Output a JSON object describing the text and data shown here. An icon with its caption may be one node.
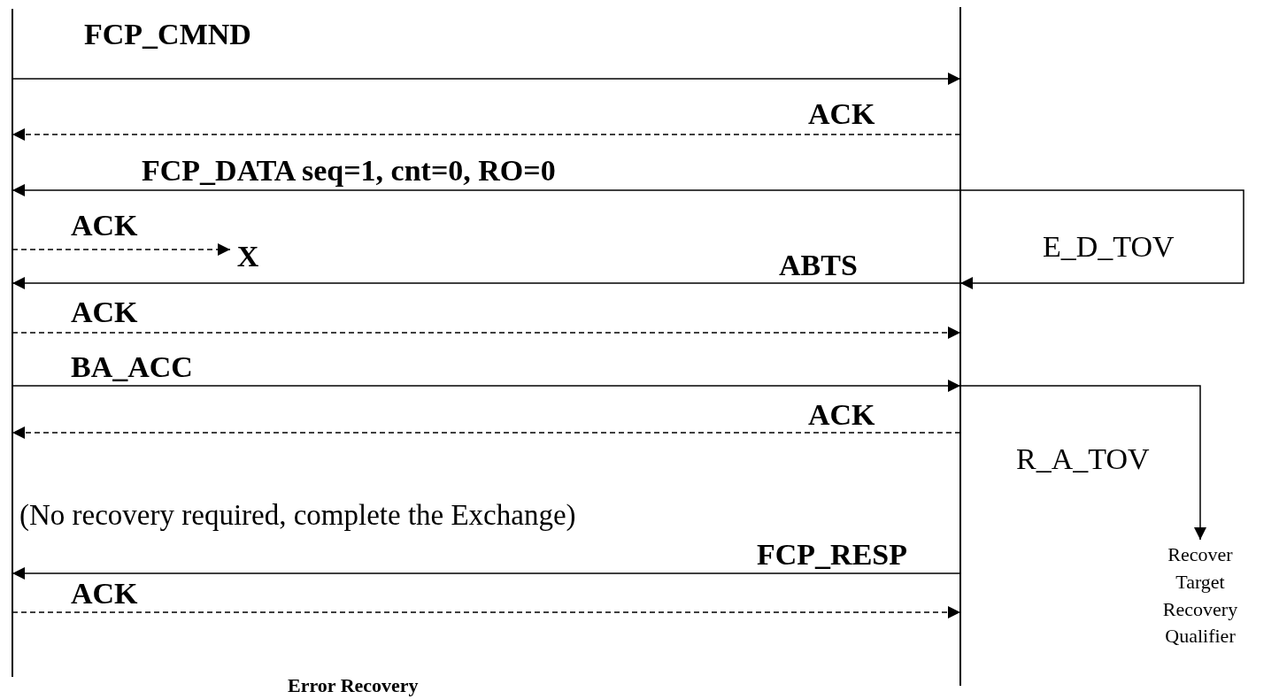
{
  "diagram": {
    "caption": "Error Recovery",
    "nodes": [
      {
        "text": [],
        "shape": "bar"
      },
      {
        "text": [],
        "shape": "bar"
      },
      {
        "text": [
          "X"
        ]
      },
      {
        "text": [
          "Recover Target Recovery Qualifier"
        ]
      }
    ],
    "edges": [
      {
        "from": 0,
        "to": 1,
        "arrow": "to",
        "label": "FCP_CMND"
      },
      {
        "from": 1,
        "to": 0,
        "arrow": "to",
        "label": "ACK",
        "style": "dashed"
      },
      {
        "from": 1,
        "to": 0,
        "arrow": "to",
        "label": "FCP_DATA seq=1, cnt=0, RO=0"
      },
      {
        "from": 0,
        "to": 2,
        "arrow": "to",
        "label": "ACK",
        "style": "dashed"
      },
      {
        "from": 1,
        "to": 1,
        "arrow": "to",
        "label": "E_D_TOV"
      },
      {
        "from": 1,
        "to": 0,
        "arrow": "to",
        "label": "ABTS"
      },
      {
        "from": 0,
        "to": 1,
        "arrow": "to",
        "label": "ACK",
        "style": "dashed"
      },
      {
        "from": 0,
        "to": 1,
        "arrow": "to",
        "label": "BA_ACC"
      },
      {
        "from": 1,
        "to": 0,
        "arrow": "to",
        "label": "ACK",
        "style": "dashed"
      },
      {
        "from": 1,
        "to": 3,
        "arrow": "to",
        "label": "R_A_TOV"
      },
      {
        "from": 1,
        "to": 0,
        "arrow": "to",
        "label": "FCP_RESP"
      },
      {
        "from": 0,
        "to": 1,
        "arrow": "to",
        "label": "ACK",
        "style": "dashed"
      }
    ],
    "labels": [
      "(No recovery required, complete the Exchange)"
    ]
  }
}
